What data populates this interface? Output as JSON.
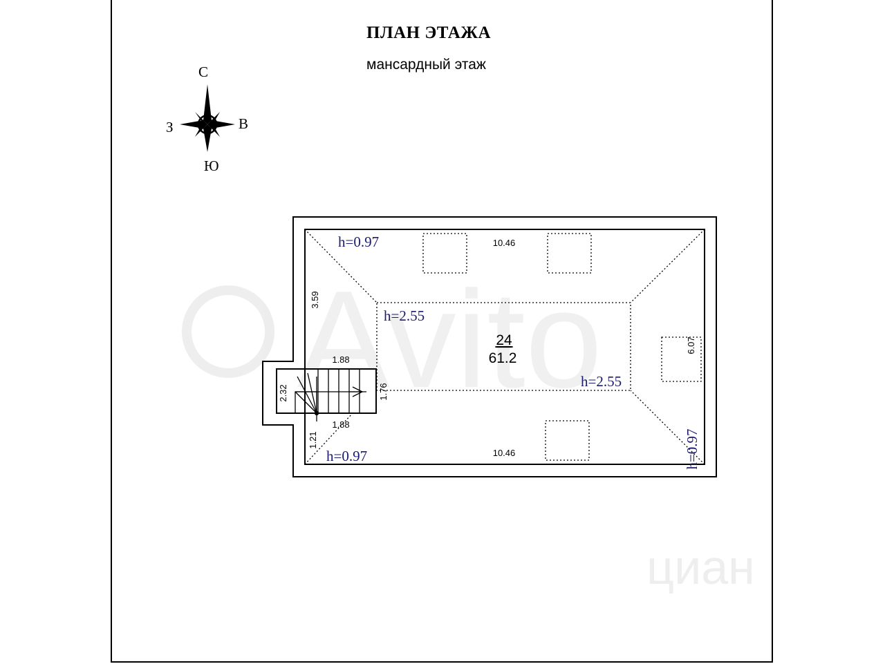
{
  "header": {
    "title": "ПЛАН ЭТАЖА",
    "subtitle": "мансардный этаж"
  },
  "compass": {
    "north": "С",
    "south": "Ю",
    "west": "З",
    "east": "В"
  },
  "room": {
    "number": "24",
    "area": "61.2"
  },
  "heights": {
    "top_left": "h=0.97",
    "center_left": "h=2.55",
    "center_right": "h=2.55",
    "bottom_left": "h=0.97",
    "right": "h=0.97"
  },
  "dimensions": {
    "top_length": "10.46",
    "bottom_length": "10.46",
    "left_top": "3.59",
    "right_width": "6.07",
    "stair_top": "1.88",
    "stair_bottom": "1.88",
    "stair_left": "2.32",
    "stair_right": "1.76",
    "left_bottom": "1.21"
  },
  "watermarks": {
    "avito": "Avito",
    "cian": "циан"
  },
  "colors": {
    "height_label": "#1a1a6e",
    "line": "#000000",
    "watermark": "#e6e6e6"
  }
}
